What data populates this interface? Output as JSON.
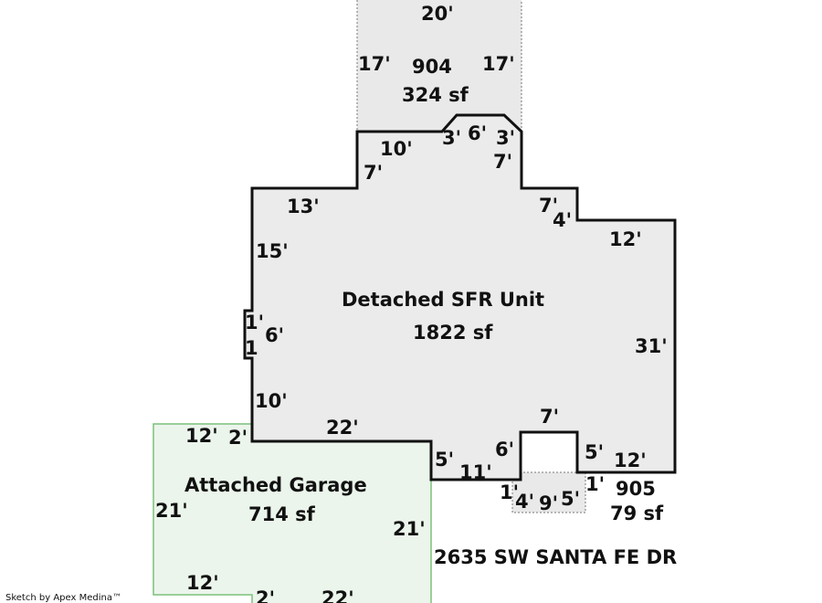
{
  "colors": {
    "house_fill": "#ebebeb",
    "garage_fill": "#ebf5eb",
    "garage_stroke": "#7cc07c",
    "outline": "#111111",
    "addition_fill": "#e9e9e9"
  },
  "areas": {
    "house": {
      "name": "Detached SFR Unit",
      "area": "1822 sf"
    },
    "garage": {
      "name": "Attached Garage",
      "area": "714 sf"
    },
    "a904": {
      "name": "904",
      "area": "324 sf"
    },
    "a905": {
      "name": "905",
      "area": "79 sf"
    }
  },
  "address": "2635 SW SANTA FE DR",
  "credit": "Sketch by Apex Medina™",
  "dims": [
    "20'",
    "17'",
    "17'",
    "10'",
    "3'",
    "6'",
    "3'",
    "7'",
    "7'",
    "13'",
    "7'",
    "4'",
    "12'",
    "15'",
    "1'",
    "6'",
    "1",
    "31'",
    "10'",
    "7'",
    "12'",
    "2'",
    "22'",
    "6'",
    "5'",
    "5'",
    "12'",
    "11'",
    "1'",
    "4'",
    "9'",
    "5'",
    "1'",
    "21'",
    "21'",
    "12'",
    "2'",
    "22'"
  ]
}
